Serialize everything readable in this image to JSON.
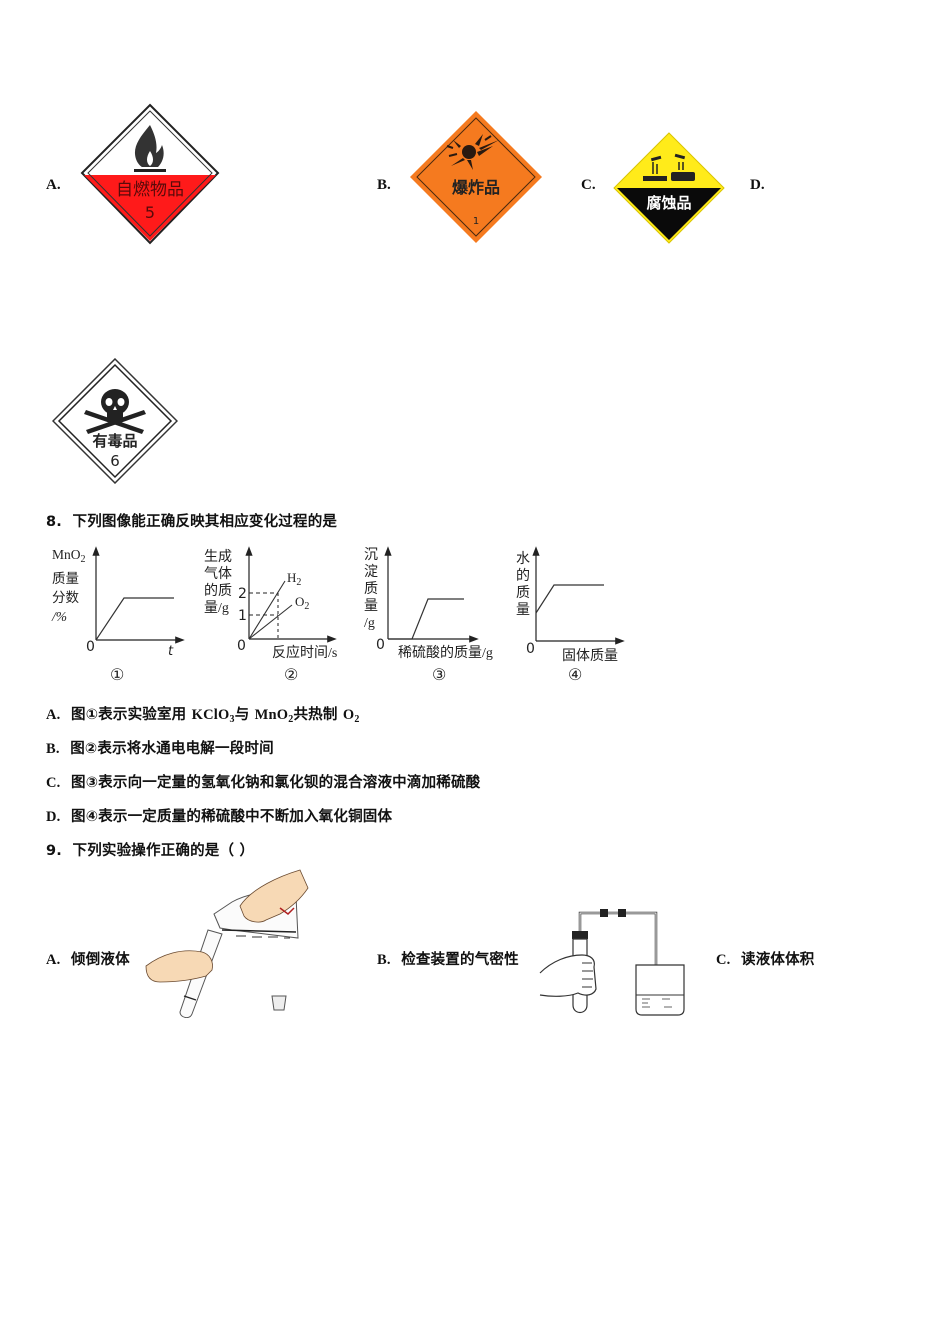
{
  "q7_options": {
    "items": [
      {
        "letter": "A.",
        "sign_text": "自燃物品",
        "sign_number": "5",
        "sign_color": "#ff1a1a",
        "icon": "flame-icon"
      },
      {
        "letter": "B.",
        "sign_text": "爆炸品",
        "sign_number": "1",
        "sign_color": "#f57a1f",
        "icon": "explosion-icon"
      },
      {
        "letter": "C.",
        "sign_text": "腐蚀品",
        "sign_number": "",
        "sign_color": "#ffeb1a",
        "icon": "corrosion-icon"
      },
      {
        "letter": "D.",
        "sign_text": "有毒品",
        "sign_number": "6",
        "sign_color": "#ffffff",
        "icon": "skull-crossbones-icon"
      }
    ]
  },
  "q8": {
    "number": "8.",
    "stem": "下列图像能正确反映其相应变化过程的是",
    "options": [
      {
        "letter": "A.",
        "text_parts": [
          "图①表示实验室用 ",
          "KClO",
          "3",
          "与 ",
          "MnO",
          "2",
          "共热制 ",
          "O",
          "2"
        ]
      },
      {
        "letter": "B.",
        "text": "图②表示将水通电电解一段时间"
      },
      {
        "letter": "C.",
        "text": "图③表示向一定量的氢氧化钠和氯化钡的混合溶液中滴加稀硫酸"
      },
      {
        "letter": "D.",
        "text": "图④表示一定质量的稀硫酸中不断加入氧化铜固体"
      }
    ]
  },
  "q9": {
    "number": "9.",
    "stem": "下列实验操作正确的是（ ）",
    "options": [
      {
        "letter": "A.",
        "text": "倾倒液体",
        "icon": "pouring-liquid-illustration"
      },
      {
        "letter": "B.",
        "text": "检查装置的气密性",
        "icon": "airtightness-check-illustration"
      },
      {
        "letter": "C.",
        "text": "读液体体积"
      }
    ]
  },
  "chart_data": [
    {
      "type": "line",
      "label": "①",
      "ylabel": "MnO2质量分数/%",
      "xlabel": "t",
      "origin": "0",
      "series": [
        {
          "name": "MnO2",
          "x": [
            0,
            1,
            2.5
          ],
          "y": [
            0,
            1,
            1
          ]
        }
      ]
    },
    {
      "type": "line",
      "label": "②",
      "ylabel": "生成气体的质量/g",
      "xlabel": "反应时间/s",
      "origin": "0",
      "yticks": [
        "1",
        "2"
      ],
      "series": [
        {
          "name": "H2",
          "x": [
            0,
            1,
            1.3
          ],
          "y": [
            0,
            2,
            2.6
          ]
        },
        {
          "name": "O2",
          "x": [
            0,
            1,
            1.55
          ],
          "y": [
            0,
            1,
            1.55
          ]
        }
      ]
    },
    {
      "type": "line",
      "label": "③",
      "ylabel": "沉淀质量/g",
      "xlabel": "稀硫酸的质量/g",
      "origin": "0",
      "series": [
        {
          "name": "沉淀",
          "x": [
            0,
            1,
            1.6,
            2.9
          ],
          "y": [
            0,
            0,
            1,
            1
          ]
        }
      ]
    },
    {
      "type": "line",
      "label": "④",
      "ylabel": "水的质量",
      "xlabel": "固体质量",
      "origin": "0",
      "series": [
        {
          "name": "水",
          "x": [
            0,
            0.8,
            2.5
          ],
          "y": [
            0.35,
            0.7,
            0.7
          ]
        }
      ]
    }
  ]
}
